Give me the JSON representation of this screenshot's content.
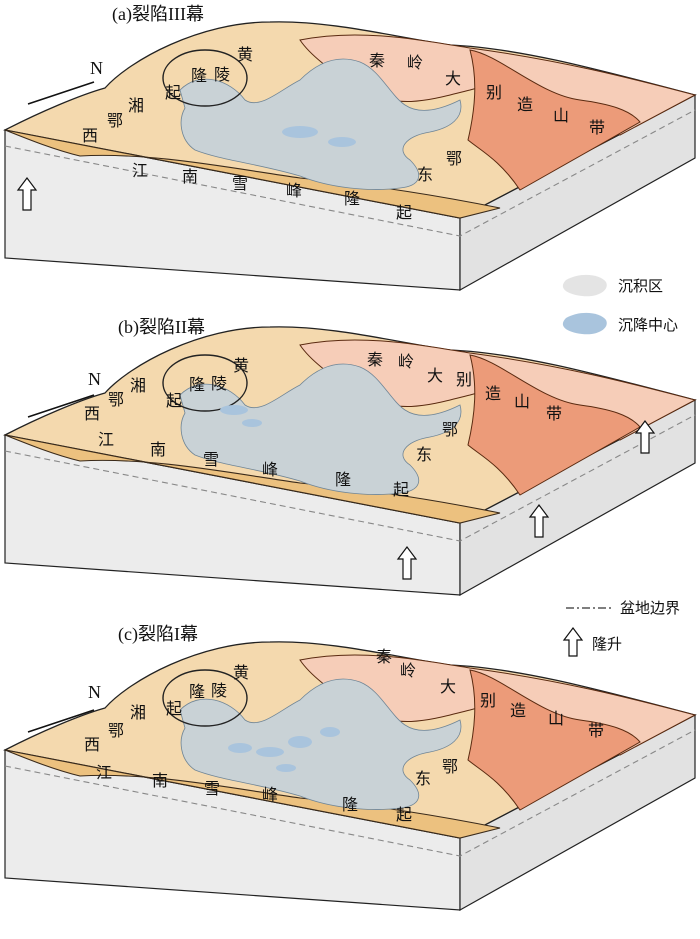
{
  "panels": [
    {
      "title": "(a)裂陷III幕",
      "north": "N",
      "labels": [
        "黄",
        "陵",
        "隆",
        "起",
        "秦",
        "岭",
        "大",
        "别",
        "造",
        "山",
        "带",
        "西",
        "湘",
        "鄂",
        "江",
        "南",
        "雪",
        "峰",
        "隆",
        "起",
        "东",
        "鄂"
      ]
    },
    {
      "title": "(b)裂陷II幕",
      "north": "N",
      "labels": [
        "黄",
        "陵",
        "隆",
        "起",
        "秦",
        "岭",
        "大",
        "别",
        "造",
        "山",
        "带",
        "西",
        "湘",
        "鄂",
        "江",
        "南",
        "雪",
        "峰",
        "隆",
        "起",
        "东",
        "鄂"
      ]
    },
    {
      "title": "(c)裂陷I幕",
      "north": "N",
      "labels": [
        "黄",
        "陵",
        "隆",
        "起",
        "秦",
        "岭",
        "大",
        "别",
        "造",
        "山",
        "带",
        "西",
        "湘",
        "鄂",
        "江",
        "南",
        "雪",
        "峰",
        "隆",
        "起",
        "东",
        "鄂"
      ]
    }
  ],
  "legend": {
    "deposit": "沉积区",
    "subsidence": "沉降中心",
    "boundary": "盆地边界",
    "uplift": "隆升"
  },
  "colors": {
    "land": "#f4d9ae",
    "ridge": "#ecc17f",
    "orogen_light": "#f6cdb8",
    "orogen_dark": "#ec9b79",
    "deposit": "#c9d2d6",
    "center": "#a9c4dd",
    "side": "#ededed",
    "line": "#3a2a1a"
  }
}
